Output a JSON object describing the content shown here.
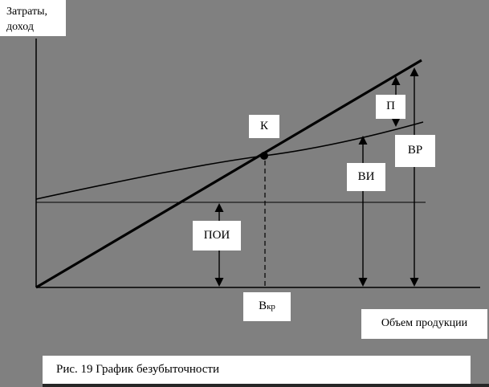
{
  "colors": {
    "background": "#808080",
    "line": "#000000",
    "label_box": "#ffffff",
    "text": "#000000",
    "footer_bar": "#262626"
  },
  "axes": {
    "y_axis_label_line1": "Затраты,",
    "y_axis_label_line2": "доход",
    "x_axis_label": "Объем продукции"
  },
  "labels": {
    "intersection": "К",
    "profit": "П",
    "revenue": "ВР",
    "gross_costs": "ВИ",
    "fixed_costs": "ПОИ",
    "breakeven_volume_base": "В",
    "breakeven_volume_subscript": "кр"
  },
  "caption": "Рис. 19 График безубыточности"
}
